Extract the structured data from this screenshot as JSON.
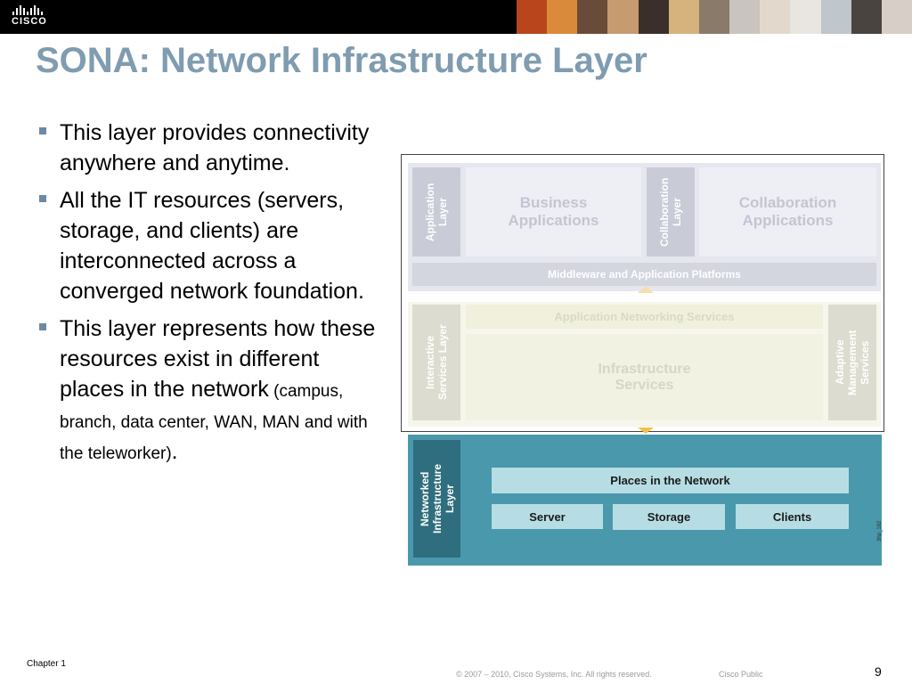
{
  "header": {
    "logo_text": "CISCO",
    "photo_colors": [
      "#b8451c",
      "#d98a3a",
      "#6a4b3a",
      "#c89a70",
      "#3a2f2a",
      "#d6b27c",
      "#8a7a6a",
      "#c9c4be",
      "#e2d9cc",
      "#e9e6e2",
      "#bfc6cc",
      "#4a4440",
      "#d7cfc7"
    ]
  },
  "slide": {
    "title": "SONA: Network Infrastructure Layer",
    "bullets": [
      {
        "text": "This layer provides connectivity anywhere and anytime."
      },
      {
        "text": "All the IT resources (servers, storage, and clients) are interconnected across a converged network foundation."
      },
      {
        "text": "This layer represents how these resources exist in different places in the network",
        "small": " (campus, branch, data center, WAN, MAN and with the teleworker)",
        "end": "."
      }
    ]
  },
  "diagram": {
    "application_layer": "Application Layer",
    "business_applications": "Business Applications",
    "collaboration_layer": "Collaboration Layer",
    "collaboration_applications": "Collaboration Applications",
    "middleware": "Middleware and Application Platforms",
    "app_networking_services": "Application Networking Services",
    "interactive_services_layer": "Interactive Services Layer",
    "infrastructure_services": "Infrastructure Services",
    "adaptive_management_services": "Adaptive Management Services",
    "networked_infrastructure_layer": "Networked Infrastructure Layer",
    "places_in_network": "Places in the Network",
    "server": "Server",
    "storage": "Storage",
    "clients": "Clients",
    "figure_id": "3hp_182"
  },
  "footer": {
    "chapter": "Chapter 1",
    "copyright": "© 2007 – 2010, Cisco Systems, Inc. All rights reserved.",
    "classification": "Cisco Public",
    "page_number": "9"
  }
}
